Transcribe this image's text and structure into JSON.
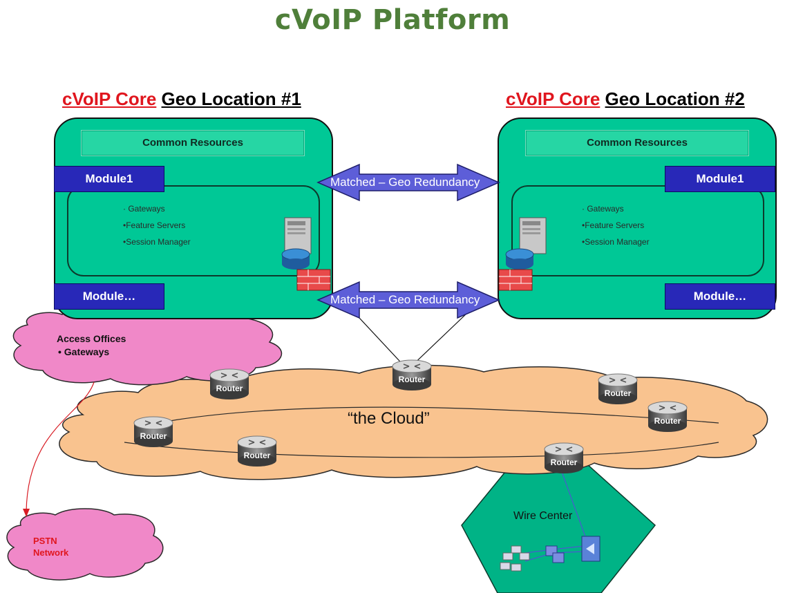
{
  "title": "cVoIP Platform",
  "locations": [
    {
      "core_label": "cVoIP Core",
      "geo_label": "Geo Location #1",
      "common": "Common Resources",
      "module_top": "Module1",
      "module_bottom": "Module…",
      "bullets": [
        "· Gateways",
        "•Feature Servers",
        "•Session Manager"
      ]
    },
    {
      "core_label": "cVoIP Core",
      "geo_label": "Geo Location #2",
      "common": "Common Resources",
      "module_top": "Module1",
      "module_bottom": "Module…",
      "bullets": [
        "· Gateways",
        "•Feature Servers",
        "•Session Manager"
      ]
    }
  ],
  "links": [
    "Matched – Geo Redundancy",
    "Matched – Geo Redundancy"
  ],
  "access_offices": {
    "title": "Access Offices",
    "item": "•   Gateways"
  },
  "pstn": {
    "line1": "PSTN",
    "line2": "Network"
  },
  "cloud_label": "“the Cloud”",
  "wire_center": "Wire Center",
  "router_label": "Router",
  "colors": {
    "core_green": "#00c896",
    "module_blue": "#2828b8",
    "cloud_orange": "#f9c38f",
    "pink_cloud": "#f088c8",
    "title_green": "#4f7f3a",
    "core_red": "#e0161e"
  }
}
